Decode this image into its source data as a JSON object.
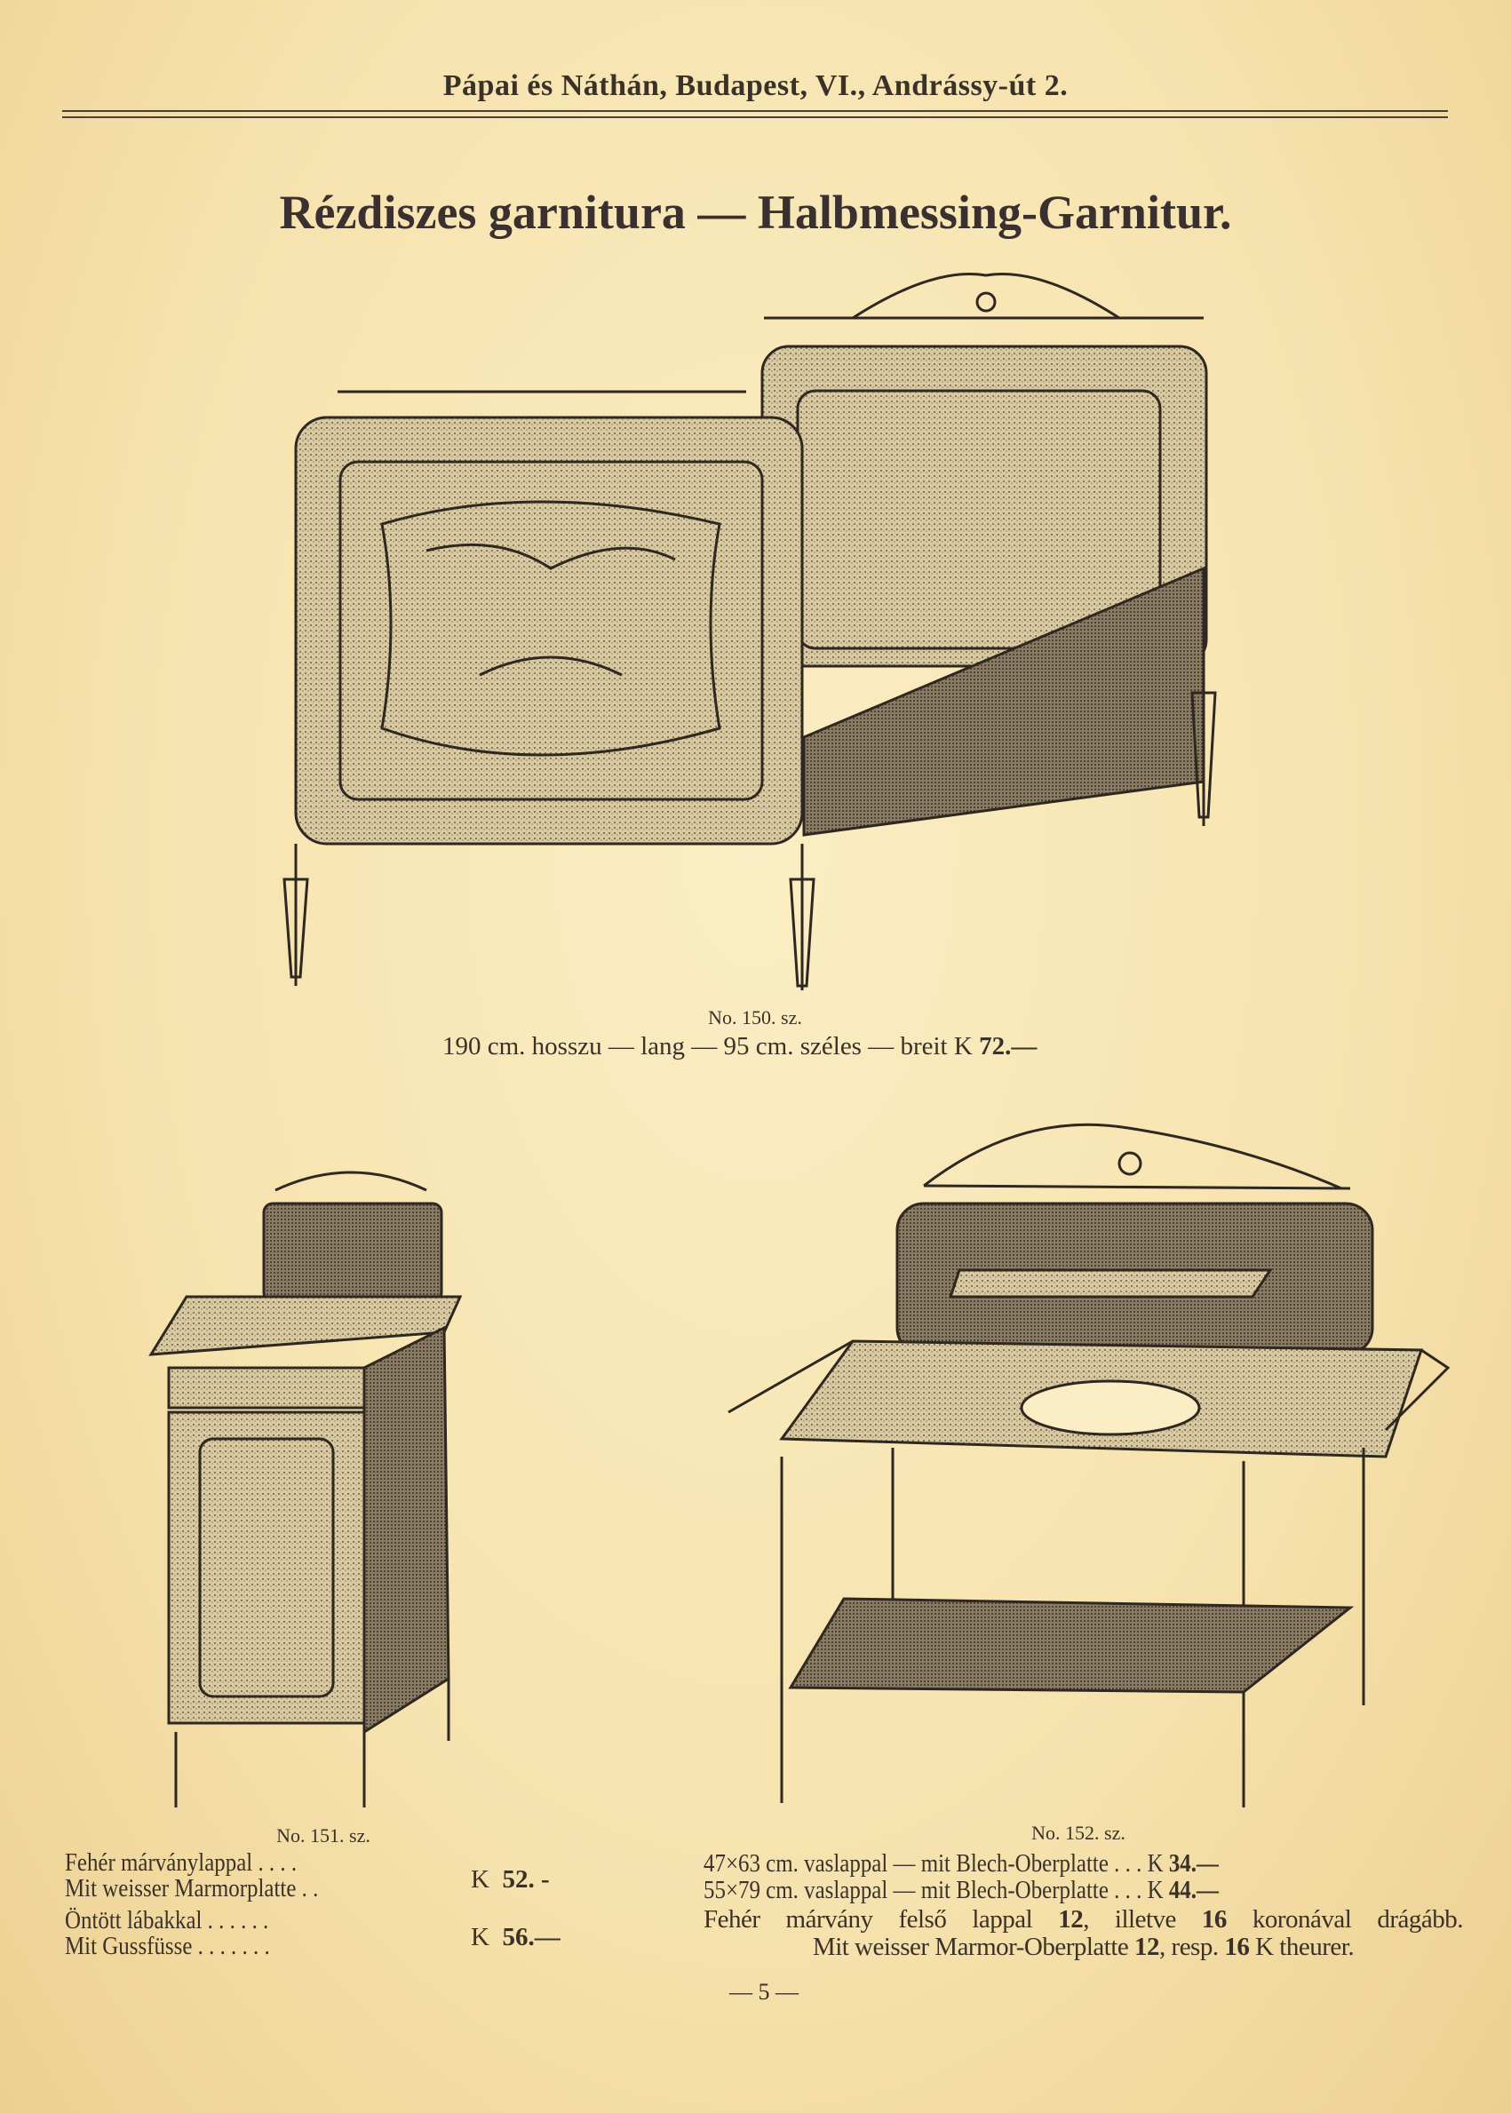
{
  "header": {
    "text": "Pápai és Náthán, Budapest, VI., Andrássy-út 2."
  },
  "title": "Rézdiszes garnitura — Halbmessing-Garnitur.",
  "items": [
    {
      "number": "No. 150. sz.",
      "illustration": "bed",
      "description": "190 cm. hosszu — lang — 95 cm. széles — breit",
      "price_currency": "K",
      "price": "72.—"
    },
    {
      "number": "No. 151. sz.",
      "illustration": "nightstand",
      "options": [
        {
          "hu": "Fehér márványlappal . . . .",
          "de": "Mit weisser Marmorplatte . .",
          "currency": "K",
          "price": "52. -"
        },
        {
          "hu": "Öntött lábakkal . . . . . .",
          "de": "Mit Gussfüsse . . . . . . .",
          "currency": "K",
          "price": "56.—"
        }
      ]
    },
    {
      "number": "No. 152. sz.",
      "illustration": "washstand",
      "options": [
        {
          "text": "47×63 cm. vaslappal — mit Blech-Oberplatte . . .",
          "currency": "K",
          "price": "34.—"
        },
        {
          "text": "55×79 cm. vaslappal — mit Blech-Oberplatte . . .",
          "currency": "K",
          "price": "44.—"
        }
      ],
      "note_hu": {
        "a": "Fehér márvány felső lappal ",
        "n1": "12",
        "b": ", illetve ",
        "n2": "16",
        "c": " koronával drágább."
      },
      "note_de": {
        "a": "Mit weisser Marmor-Oberplatte ",
        "n1": "12",
        "b": ", resp. ",
        "n2": "16",
        "c": " K theurer."
      }
    }
  ],
  "page_number": "— 5 —"
}
